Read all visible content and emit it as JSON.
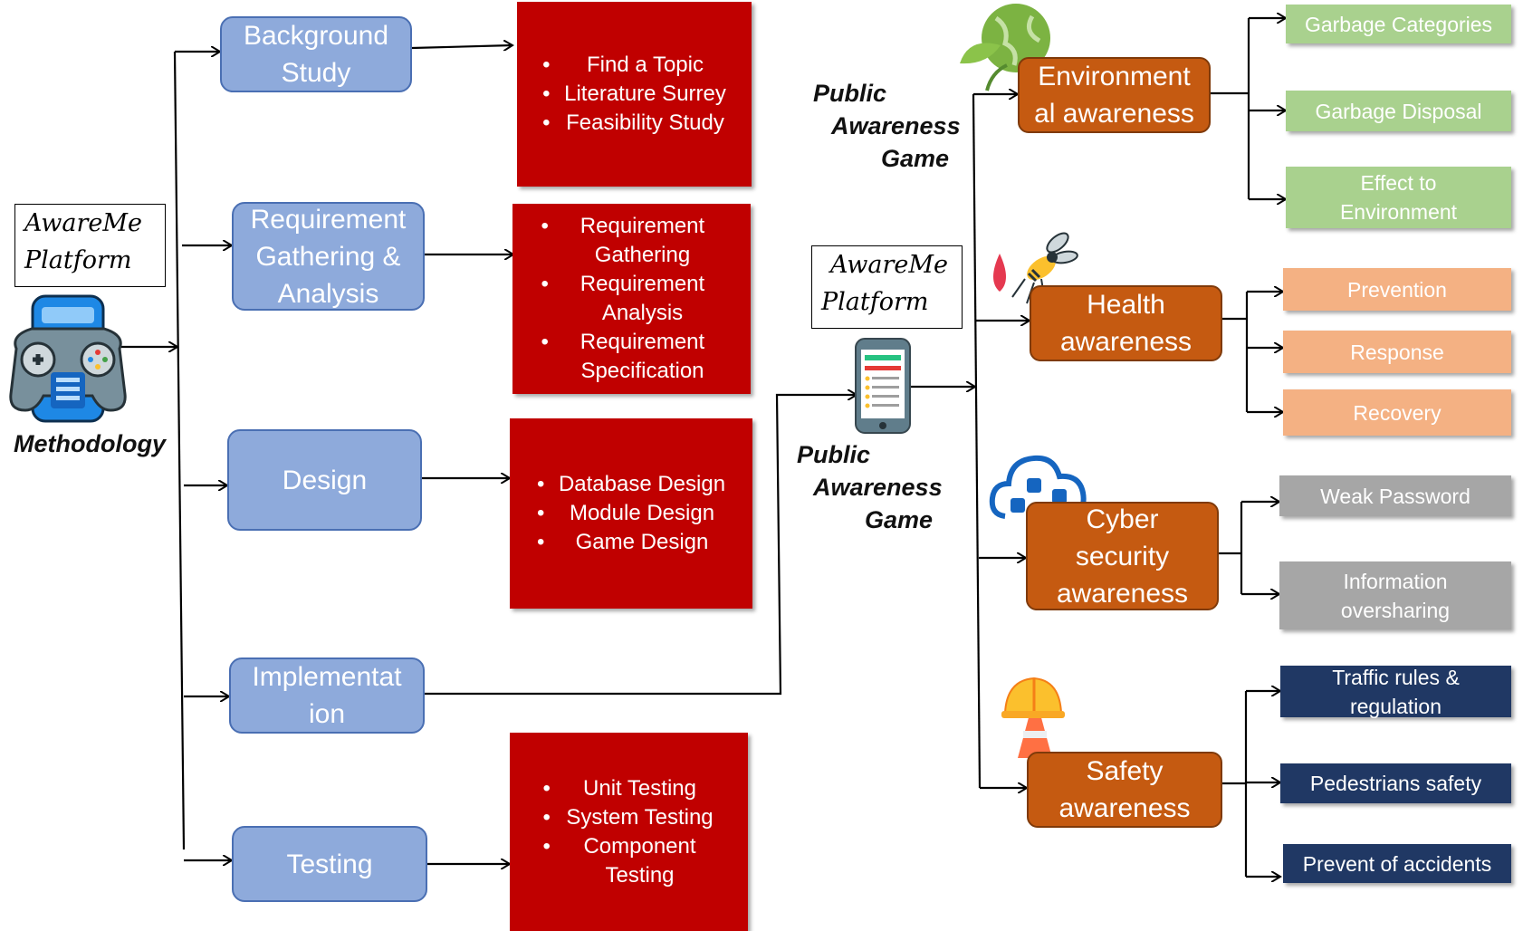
{
  "left_panel": {
    "platform_label": [
      "AwareMe",
      "Platform"
    ],
    "methodology_label": "Methodology",
    "phases": [
      {
        "id": "background",
        "label": [
          "Background",
          "Study"
        ],
        "details": [
          "Find a Topic",
          "Literature Surrey",
          "Feasibility Study"
        ]
      },
      {
        "id": "requirement",
        "label": [
          "Requirement",
          "Gathering &",
          "Analysis"
        ],
        "details": [
          "Requirement Gathering",
          "Requirement Analysis",
          "Requirement Specification"
        ]
      },
      {
        "id": "design",
        "label": [
          "Design"
        ],
        "details": [
          "Database Design",
          "Module Design",
          "Game Design"
        ]
      },
      {
        "id": "implementation",
        "label": [
          "Implementat",
          "ion"
        ],
        "details": []
      },
      {
        "id": "testing",
        "label": [
          "Testing"
        ],
        "details": [
          "Unit Testing",
          "System Testing",
          "Component Testing"
        ]
      }
    ]
  },
  "middle": {
    "game_title_top": [
      "Public",
      "Awareness",
      "Game"
    ],
    "platform_label": [
      "AwareMe",
      "Platform"
    ],
    "game_title_bottom": [
      "Public",
      "Awareness",
      "Game"
    ]
  },
  "right_panel": {
    "categories": [
      {
        "id": "environment",
        "label": [
          "Environment",
          "al awareness"
        ],
        "icon": "plant-globe-icon",
        "items": [
          [
            "Garbage Categories"
          ],
          [
            "Garbage Disposal"
          ],
          [
            "Effect to",
            "Environment"
          ]
        ]
      },
      {
        "id": "health",
        "label": [
          "Health",
          "awareness"
        ],
        "icon": "mosquito-blood-icon",
        "items": [
          [
            "Prevention"
          ],
          [
            "Response"
          ],
          [
            "Recovery"
          ]
        ]
      },
      {
        "id": "cyber",
        "label": [
          "Cyber",
          "security",
          "awareness"
        ],
        "icon": "cloud-social-icon",
        "items": [
          [
            "Weak Password"
          ],
          [
            "Information",
            "oversharing"
          ]
        ]
      },
      {
        "id": "safety",
        "label": [
          "Safety",
          "awareness"
        ],
        "icon": "hardhat-cone-icon",
        "items": [
          [
            "Traffic rules &",
            "regulation"
          ],
          [
            "Pedestrians safety"
          ],
          [
            "Prevent of accidents"
          ]
        ]
      }
    ]
  },
  "colors": {
    "phase_box": "#8eaadb",
    "detail_box": "#c00000",
    "category_box": "#c55a11",
    "environment_items": "#a9d18e",
    "health_items": "#f4b183",
    "cyber_items": "#a6a6a6",
    "safety_items": "#203864"
  }
}
